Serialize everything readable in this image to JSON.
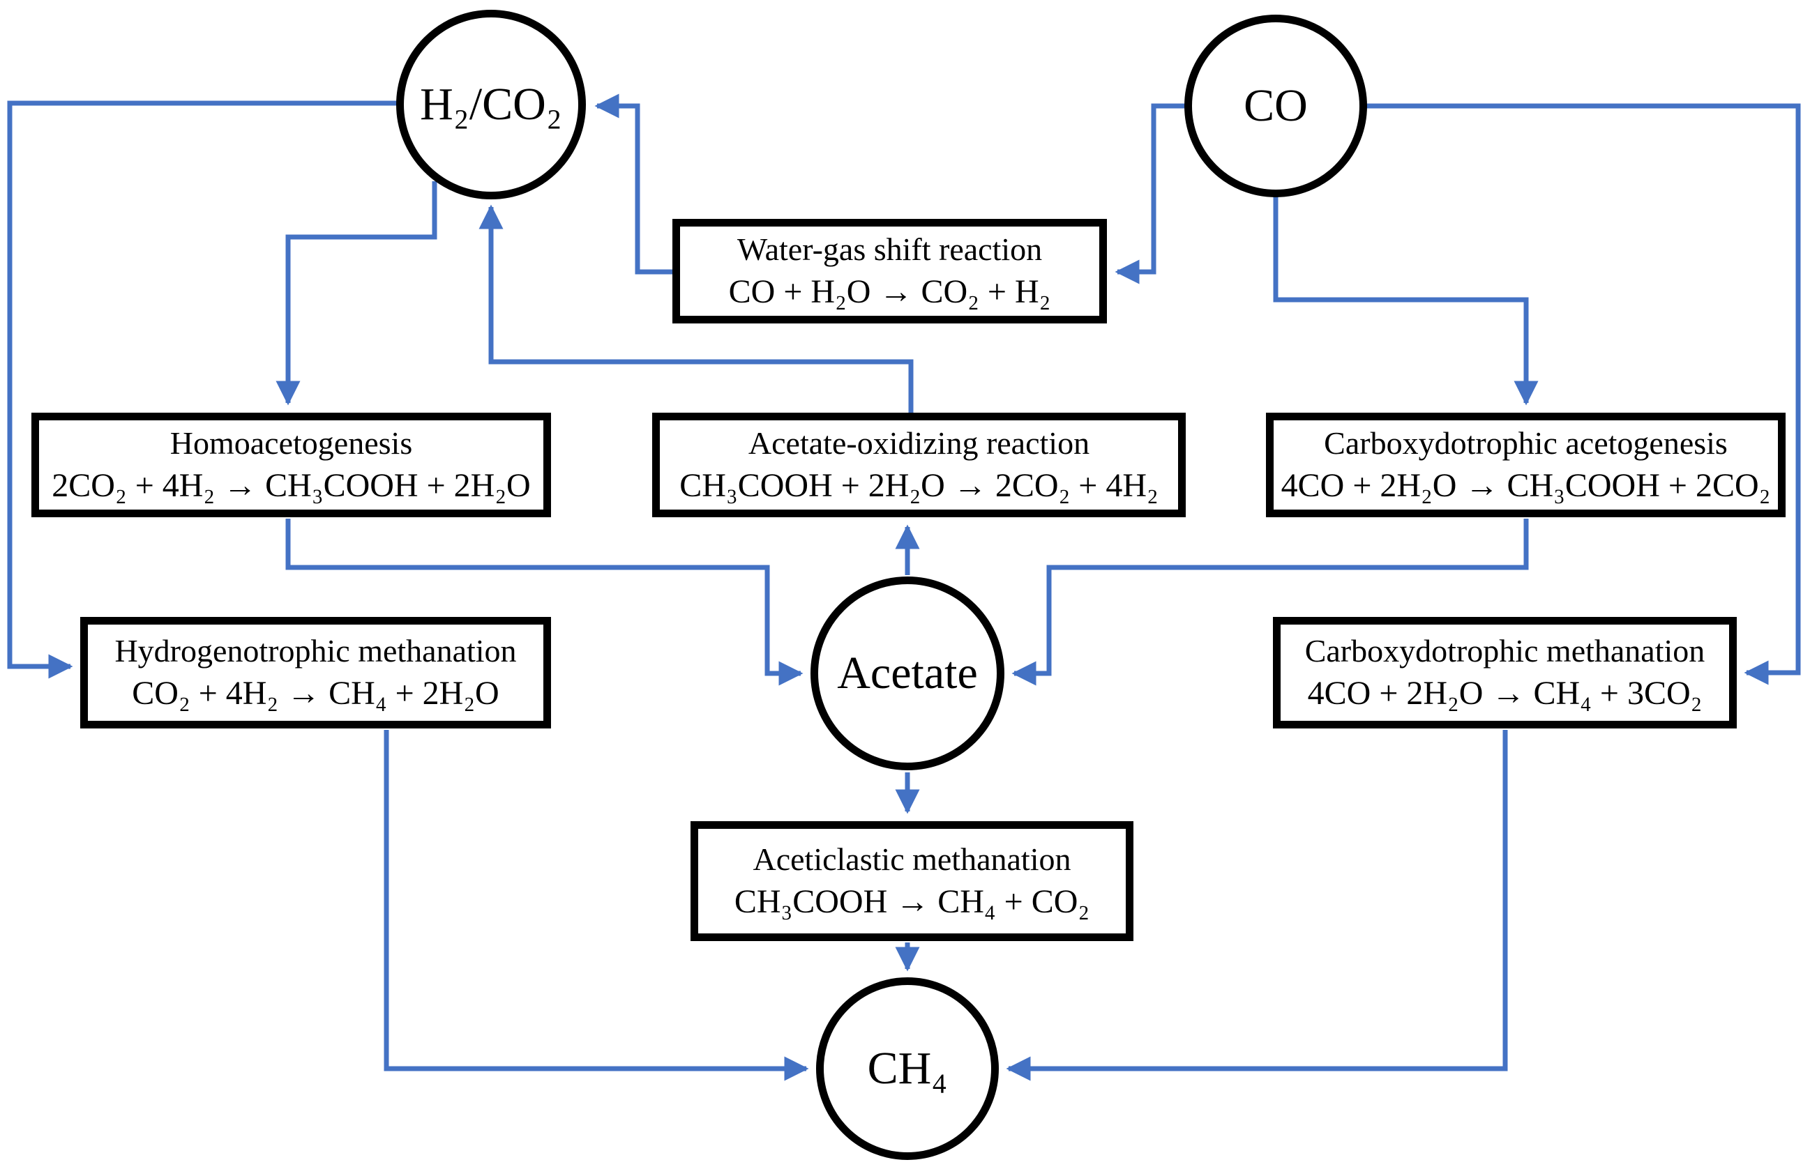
{
  "colors": {
    "arrow_blue": "#4472C4",
    "node_border": "#000000",
    "background": "#FFFFFF"
  },
  "nodes": {
    "h2co2": {
      "label": "H₂/CO₂"
    },
    "co": {
      "label": "CO"
    },
    "acetate": {
      "label": "Acetate"
    },
    "ch4": {
      "label": "CH₄"
    },
    "water_gas_shift": {
      "title": "Water-gas shift reaction",
      "formula": "CO + H₂O → CO₂ + H₂"
    },
    "homoacetogenesis": {
      "title": "Homoacetogenesis",
      "formula": "2CO₂ + 4H₂ → CH₃COOH + 2H₂O"
    },
    "acetate_oxidizing": {
      "title": "Acetate-oxidizing reaction",
      "formula": "CH₃COOH + 2H₂O → 2CO₂ + 4H₂"
    },
    "carboxydotrophic_acetogenesis": {
      "title": "Carboxydotrophic acetogenesis",
      "formula": "4CO + 2H₂O → CH₃COOH + 2CO₂"
    },
    "hydrogenotrophic_methanation": {
      "title": "Hydrogenotrophic methanation",
      "formula": "CO₂ + 4H₂ → CH₄ + 2H₂O"
    },
    "carboxydotrophic_methanation": {
      "title": "Carboxydotrophic methanation",
      "formula": "4CO + 2H₂O → CH₄ + 3CO₂"
    },
    "aceticlastic_methanation": {
      "title": "Aceticlastic methanation",
      "formula": "CH₃COOH → CH₄ + CO₂"
    }
  },
  "edges": [
    {
      "from": "Water-gas shift reaction",
      "to": "H₂/CO₂"
    },
    {
      "from": "CO",
      "to": "Water-gas shift reaction"
    },
    {
      "from": "CO",
      "to": "Carboxydotrophic acetogenesis"
    },
    {
      "from": "CO",
      "to": "Carboxydotrophic methanation"
    },
    {
      "from": "H₂/CO₂",
      "to": "Hydrogenotrophic methanation"
    },
    {
      "from": "H₂/CO₂",
      "to": "Homoacetogenesis"
    },
    {
      "from": "Acetate-oxidizing reaction",
      "to": "H₂/CO₂"
    },
    {
      "from": "Homoacetogenesis",
      "to": "Acetate"
    },
    {
      "from": "Carboxydotrophic acetogenesis",
      "to": "Acetate"
    },
    {
      "from": "Acetate",
      "to": "Acetate-oxidizing reaction"
    },
    {
      "from": "Acetate",
      "to": "Aceticlastic methanation"
    },
    {
      "from": "Aceticlastic methanation",
      "to": "CH₄"
    },
    {
      "from": "Hydrogenotrophic methanation",
      "to": "CH₄"
    },
    {
      "from": "Carboxydotrophic methanation",
      "to": "CH₄"
    }
  ]
}
